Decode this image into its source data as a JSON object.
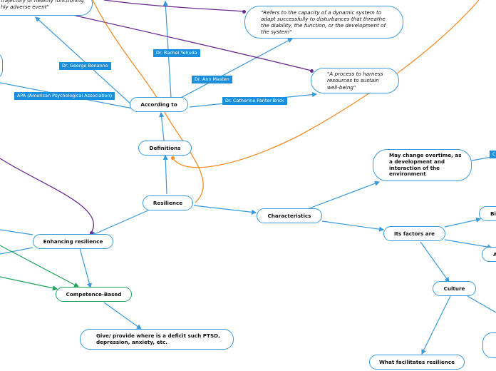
{
  "nodes": {
    "resilience": "Resilience",
    "definitions": "Definitions",
    "according_to": "According to",
    "characteristics": "Characteristics",
    "may_change": "May change overtime, as a development and interaction of the environment",
    "factors": "Its factors are",
    "culture": "Culture",
    "facilitates": "What facilitates resilience",
    "enhancing": "Enhancing resilience",
    "competence": "Competence-Based",
    "give_provide": "Give/ provide where is a deficit such PTSD, depression, anxiety, etc.",
    "quote_adapt": "\"Refers to the capacity of a dynamic system to adapt successfully to disturbances that threathe the diability, the function, or the development of the system\"",
    "quote_harness": "\"A process to harness resources to sustain well-being\"",
    "quote_trajectory": "trajectory or healthy functioning\nhly adverse event\"",
    "cut_bl": "Bi",
    "cut_a": "A",
    "cut_c": "C"
  },
  "tags": {
    "bonanno": "Dr. George Bonanno",
    "yehuda": "Dr. Rachel Yehuda",
    "masten": "Dr. Ann Masten",
    "apa": "APA (American Psychological Association)",
    "panter_brick": "Dr. Catherine Panter-Brick"
  },
  "colors": {
    "blue": "#3a9ad9",
    "tag_blue": "#1b8fdc",
    "orange": "#f28c28",
    "purple": "#6a2c91",
    "green": "#1fa35a"
  }
}
